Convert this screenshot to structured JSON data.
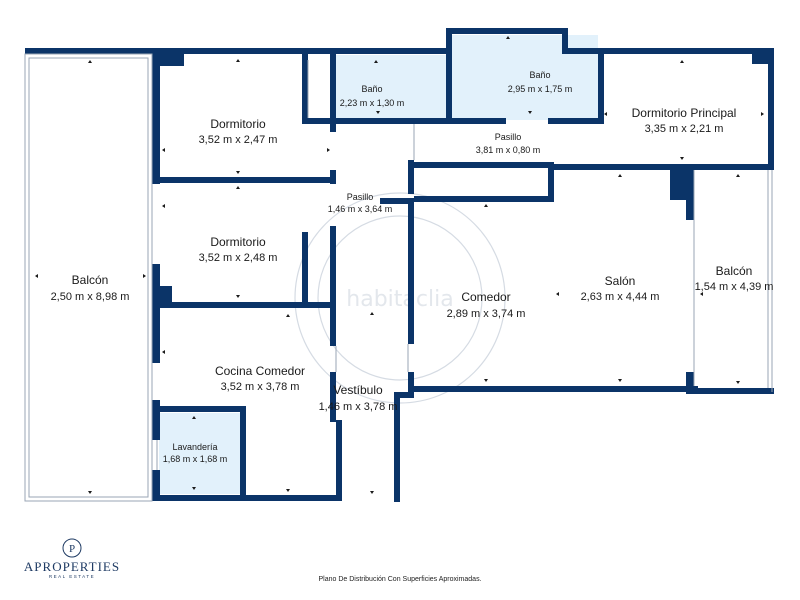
{
  "rooms": {
    "balcon_left": {
      "name": "Balcón",
      "dims": "2,50 m x 8,98 m"
    },
    "dormitorio_1": {
      "name": "Dormitorio",
      "dims": "3,52 m x 2,47 m"
    },
    "bano_1": {
      "name": "Baño",
      "dims": "2,23 m x 1,30 m"
    },
    "bano_2": {
      "name": "Baño",
      "dims": "2,95 m x 1,75 m"
    },
    "dormitorio_principal": {
      "name": "Dormitorio Principal",
      "dims": "3,35 m x 2,21 m"
    },
    "pasillo_top": {
      "name": "Pasillo",
      "dims": "3,81 m x 0,80 m"
    },
    "pasillo_mid": {
      "name": "Pasillo",
      "dims": "1,46 m x 3,64 m"
    },
    "dormitorio_2": {
      "name": "Dormitorio",
      "dims": "3,52 m x 2,48 m"
    },
    "comedor": {
      "name": "Comedor",
      "dims": "2,89 m x 3,74 m"
    },
    "salon": {
      "name": "Salón",
      "dims": "2,63 m x 4,44 m"
    },
    "balcon_right": {
      "name": "Balcón",
      "dims": "1,54 m x 4,39 m"
    },
    "cocina": {
      "name": "Cocina Comedor",
      "dims": "3,52 m x 3,78 m"
    },
    "vestibulo": {
      "name": "Vestíbulo",
      "dims": "1,46 m x 3,78 m"
    },
    "lavanderia": {
      "name": "Lavandería",
      "dims": "1,68 m x 1,68 m"
    }
  },
  "watermark": {
    "text": "habitaclia"
  },
  "logo": {
    "main": "APROPERTIES",
    "sub": "REAL ESTATE",
    "emblem": "P"
  },
  "footer": {
    "note": "Plano De Distribución Con Superficies Aproximadas."
  },
  "colors": {
    "wall": "#0b3468",
    "wet_area": "#e2f1fb"
  }
}
